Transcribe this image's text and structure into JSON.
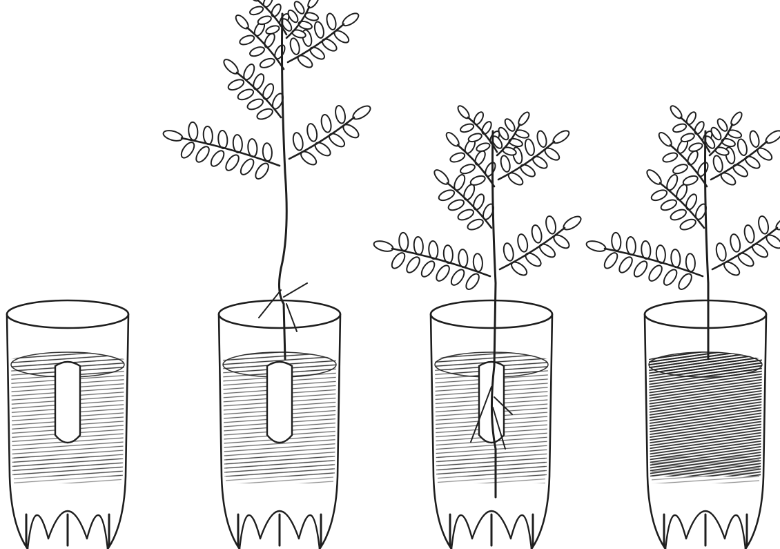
{
  "illustration": {
    "style": "pencil sketch",
    "stages": [
      {
        "bottle": "bottle",
        "has_hole": true,
        "plant": "none",
        "soil": "light"
      },
      {
        "bottle": "bottle",
        "has_hole": true,
        "plant": "bare-root",
        "soil": "light"
      },
      {
        "bottle": "bottle",
        "has_hole": true,
        "plant": "roots-inside",
        "soil": "light"
      },
      {
        "bottle": "bottle",
        "has_hole": false,
        "plant": "planted",
        "soil": "dense"
      }
    ]
  }
}
